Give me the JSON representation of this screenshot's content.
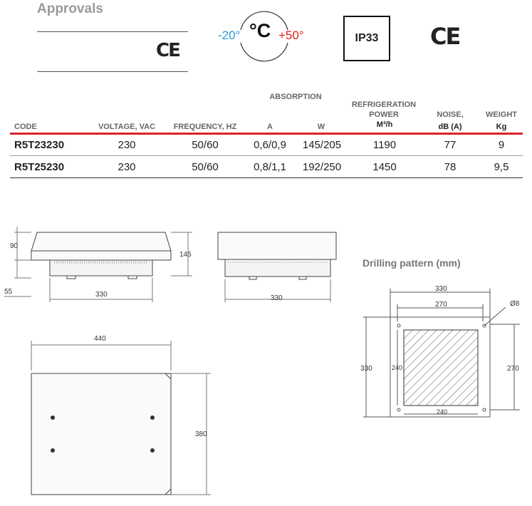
{
  "approvals": {
    "title": "Approvals",
    "ce_mark": "CE"
  },
  "badges": {
    "temp_low": "-20°",
    "temp_unit": "°C",
    "temp_high": "+50°",
    "ip_rating": "IP33",
    "ce_mark": "CE"
  },
  "table": {
    "group_header": "ABSORPTION",
    "refrigeration_header": [
      "REFRIGERATION",
      "POWER"
    ],
    "columns": {
      "code": "CODE",
      "voltage": "VOLTAGE, VAC",
      "frequency": "FREQUENCY, HZ",
      "amps": "A",
      "watts": "W",
      "power_unit": "M³/h",
      "noise": "NOISE,",
      "noise_unit": "dB (A)",
      "weight": "WEIGHT",
      "weight_unit": "Kg"
    },
    "rows": [
      {
        "code": "R5T23230",
        "voltage": "230",
        "frequency": "50/60",
        "amps": "0,6/0,9",
        "watts": "145/205",
        "power": "1190",
        "noise": "77",
        "weight": "9"
      },
      {
        "code": "R5T25230",
        "voltage": "230",
        "frequency": "50/60",
        "amps": "0,8/1,1",
        "watts": "192/250",
        "power": "1450",
        "noise": "78",
        "weight": "9,5"
      }
    ]
  },
  "drawing": {
    "dim_90": "90",
    "dim_55": "55",
    "dim_145": "145",
    "dim_330_a": "330",
    "dim_330_b": "330",
    "dim_440": "440",
    "dim_380": "380"
  },
  "drilling": {
    "title": "Drilling pattern (mm)",
    "dim_330_top": "330",
    "dim_270_top": "270",
    "dim_diam": "Ø8",
    "dim_330_left": "330",
    "dim_240_left": "240",
    "dim_270_right": "270",
    "dim_240_bottom": "240"
  }
}
